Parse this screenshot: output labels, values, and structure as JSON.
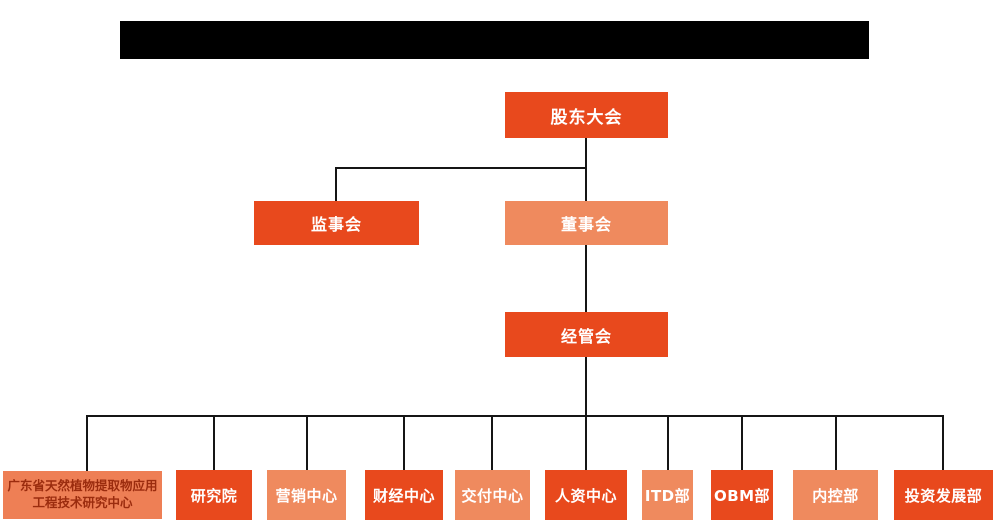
{
  "colors": {
    "primary_orange": "#e8491d",
    "secondary_salmon": "#ef8a5e",
    "research_center_bg": "#ee7f55",
    "research_center_text": "#9b2c0e",
    "connector_line": "#151515",
    "redaction_bar": "#000000",
    "node_text": "#ffffff",
    "page_background": "#ffffff"
  },
  "nodes": {
    "shareholders": {
      "label": "股东大会"
    },
    "supervisory": {
      "label": "监事会"
    },
    "board": {
      "label": "董事会"
    },
    "management": {
      "label": "经管会"
    },
    "research_center": {
      "label": "广东省天然植物提取物应用工程技术研究中心"
    },
    "research_institute": {
      "label": "研究院"
    },
    "marketing": {
      "label": "营销中心"
    },
    "finance": {
      "label": "财经中心"
    },
    "delivery": {
      "label": "交付中心"
    },
    "hr": {
      "label": "人资中心"
    },
    "itd": {
      "label": "ITD部"
    },
    "obm": {
      "label": "OBM部"
    },
    "internal_control": {
      "label": "内控部"
    },
    "investment": {
      "label": "投资发展部"
    }
  },
  "chart_data": {
    "type": "org-chart",
    "levels": [
      [
        "股东大会"
      ],
      [
        "监事会",
        "董事会"
      ],
      [
        "经管会"
      ],
      [
        "广东省天然植物提取物应用工程技术研究中心",
        "研究院",
        "营销中心",
        "财经中心",
        "交付中心",
        "人资中心",
        "ITD部",
        "OBM部",
        "内控部",
        "投资发展部"
      ]
    ],
    "edges": [
      [
        "股东大会",
        "监事会"
      ],
      [
        "股东大会",
        "董事会"
      ],
      [
        "董事会",
        "经管会"
      ],
      [
        "经管会",
        "广东省天然植物提取物应用工程技术研究中心"
      ],
      [
        "经管会",
        "研究院"
      ],
      [
        "经管会",
        "营销中心"
      ],
      [
        "经管会",
        "财经中心"
      ],
      [
        "经管会",
        "交付中心"
      ],
      [
        "经管会",
        "人资中心"
      ],
      [
        "经管会",
        "ITD部"
      ],
      [
        "经管会",
        "OBM部"
      ],
      [
        "经管会",
        "内控部"
      ],
      [
        "经管会",
        "投资发展部"
      ]
    ]
  }
}
